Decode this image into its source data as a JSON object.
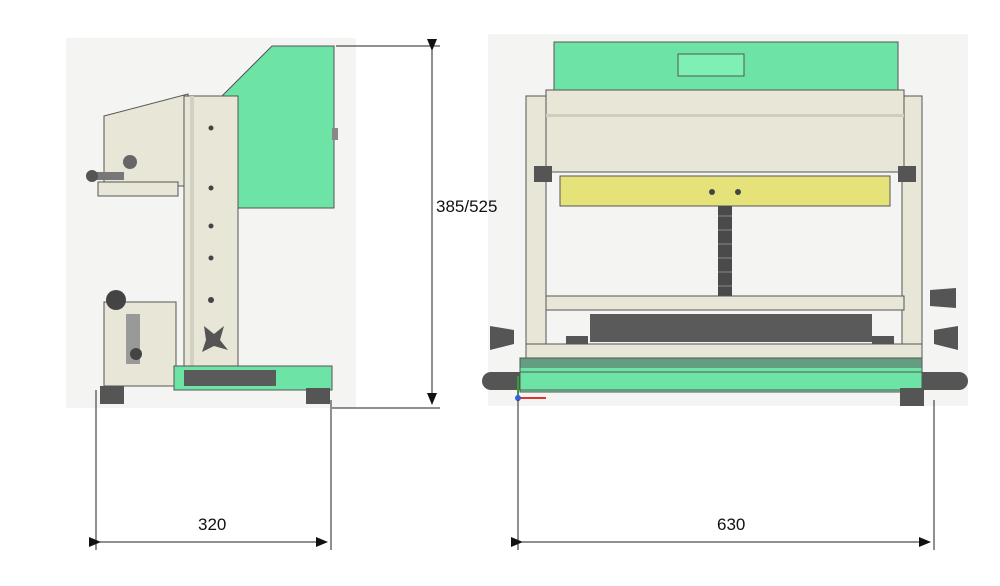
{
  "dimensions": {
    "height_label": "385/525",
    "side_width_label": "320",
    "front_width_label": "630"
  },
  "colors": {
    "machine_green": "#6ee3a6",
    "frame_beige": "#e8e6d6",
    "clamp_yellow": "#e6e27a",
    "dark_part": "#5a5a5a",
    "background_panel": "#f4f4f2"
  },
  "views": {
    "left": "side-view",
    "right": "front-view"
  }
}
